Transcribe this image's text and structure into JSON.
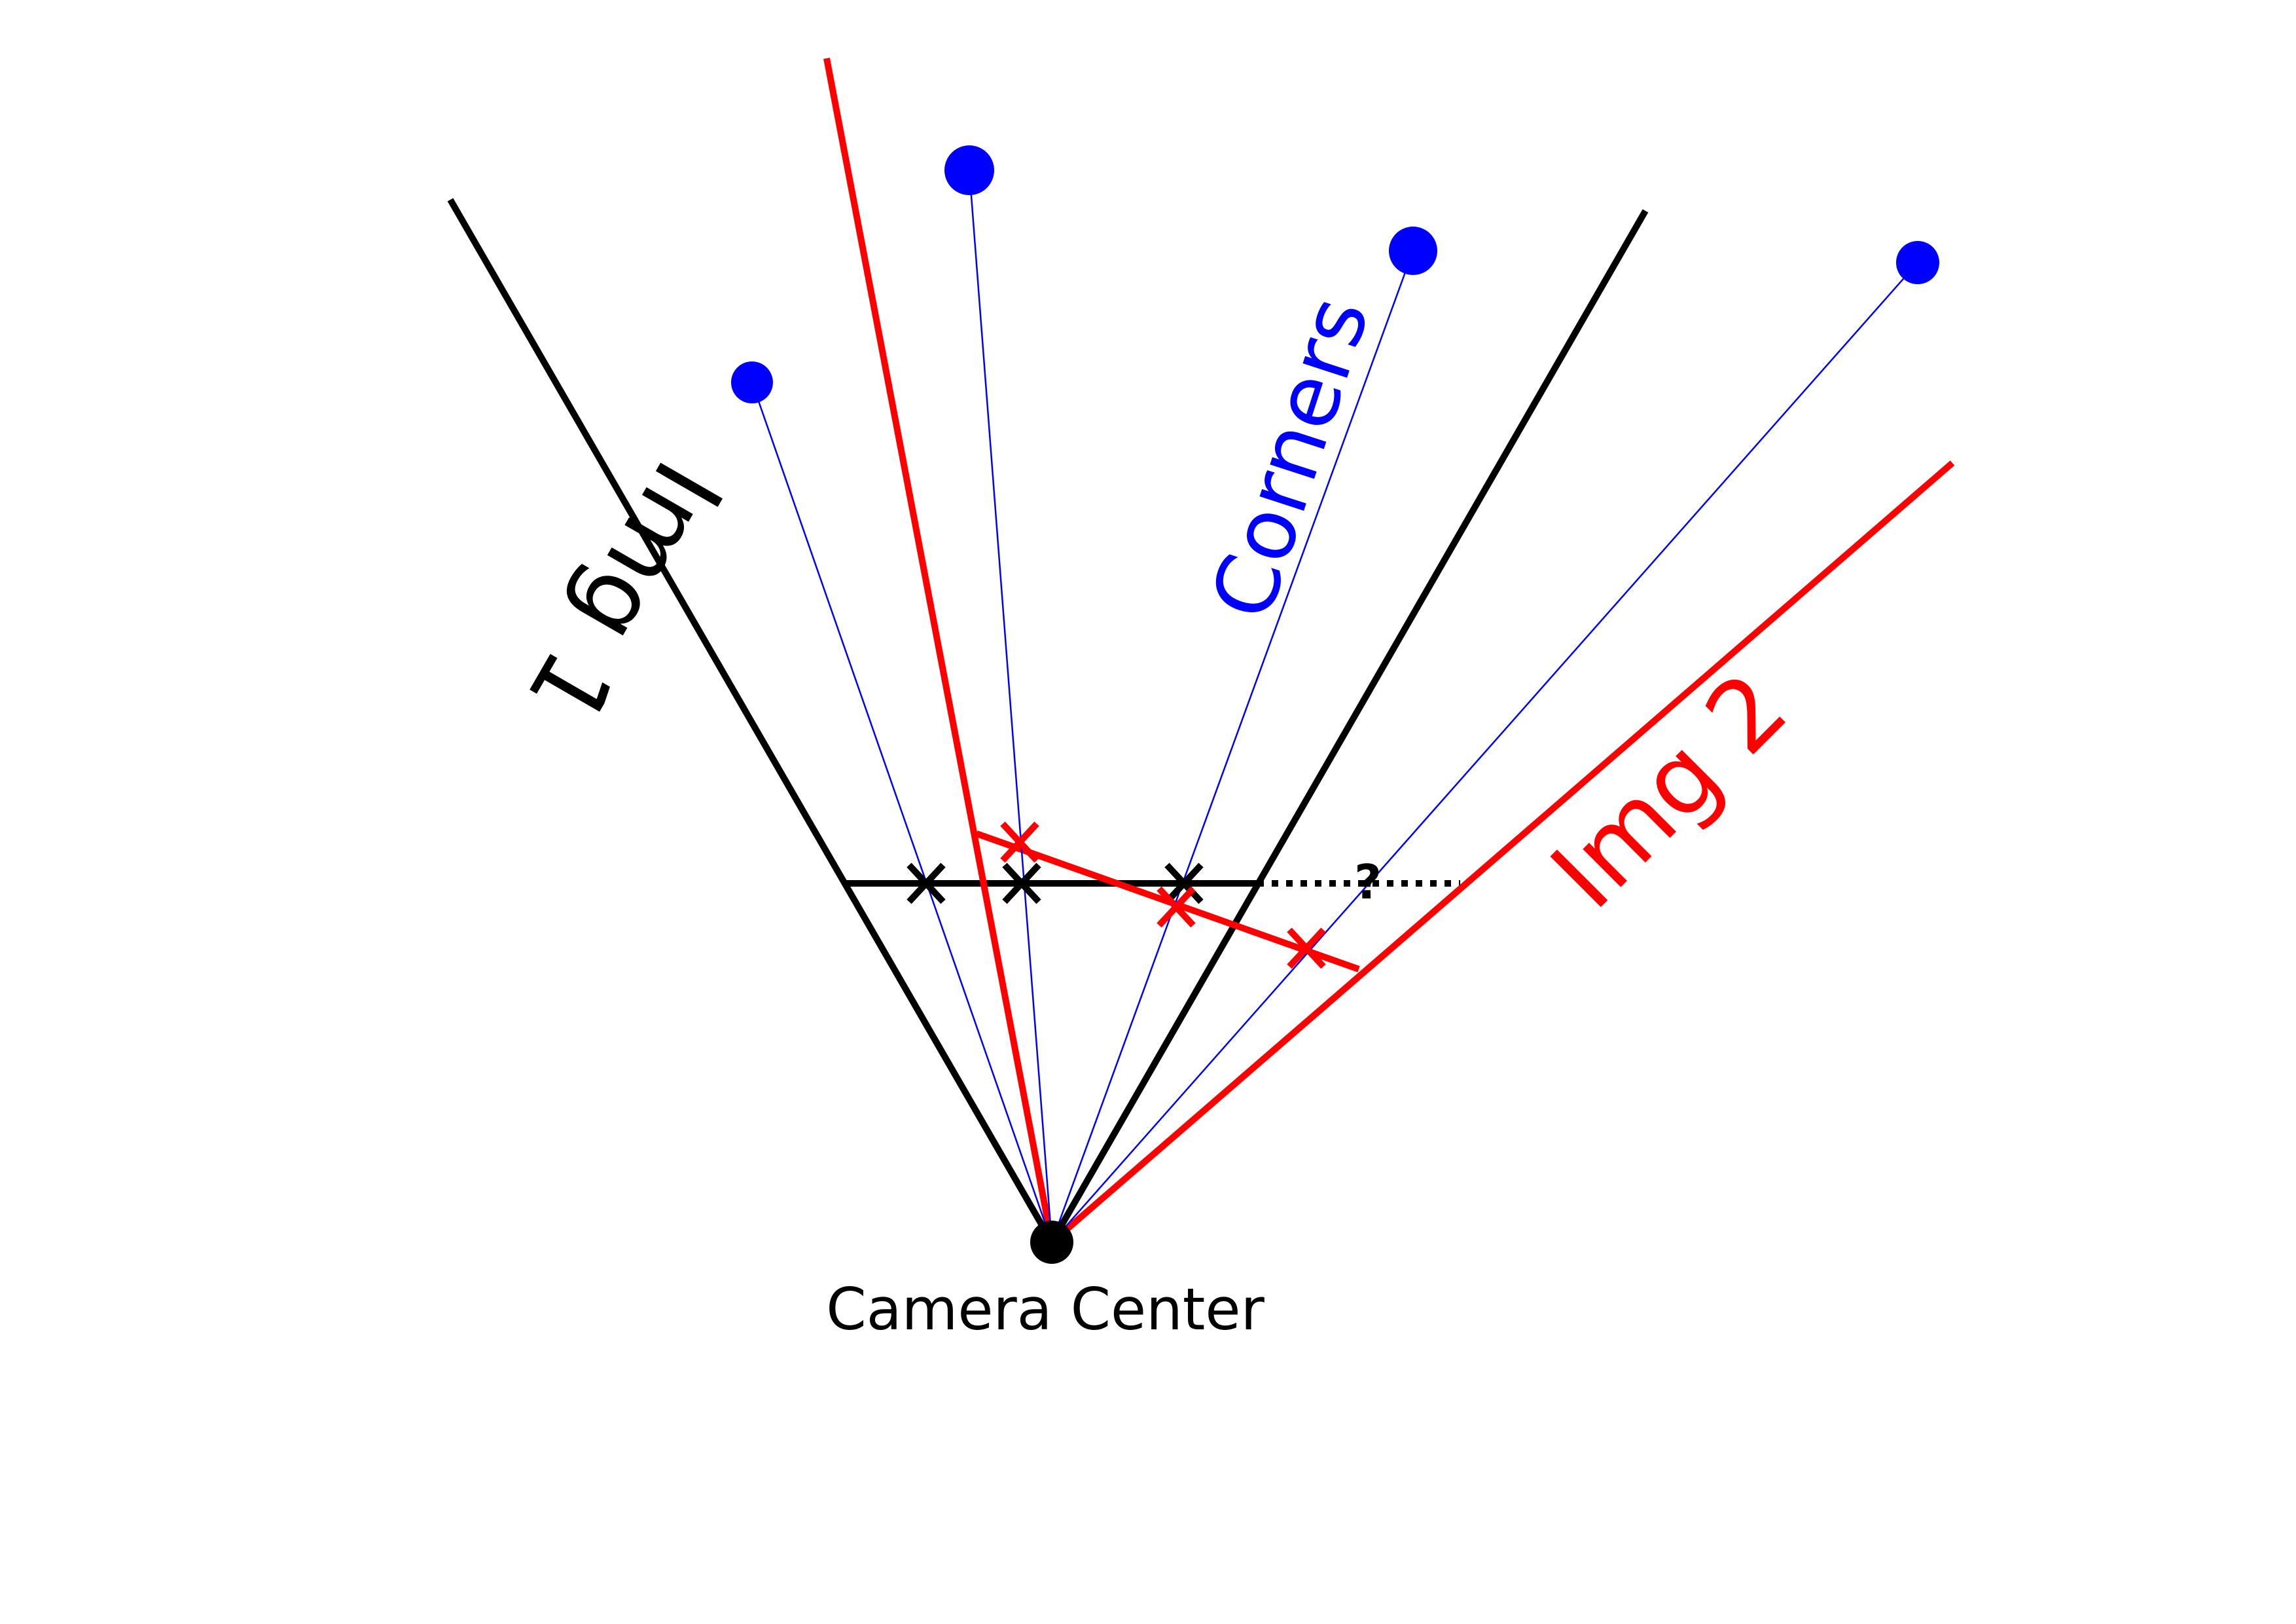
{
  "diagram": {
    "labels": {
      "img1": "Img 1",
      "img2": "Img 2",
      "corners": "Corners",
      "camera_center": "Camera Center",
      "unknown": "?"
    },
    "colors": {
      "img1": "#000000",
      "img2": "#ff0000",
      "corners": "#0000ff",
      "camera": "#000000",
      "background": "#ffffff"
    },
    "corner_count": 4,
    "img1_projection_marker_count": 3,
    "img2_projection_marker_count": 3,
    "marker_glyph": "x-mark"
  }
}
